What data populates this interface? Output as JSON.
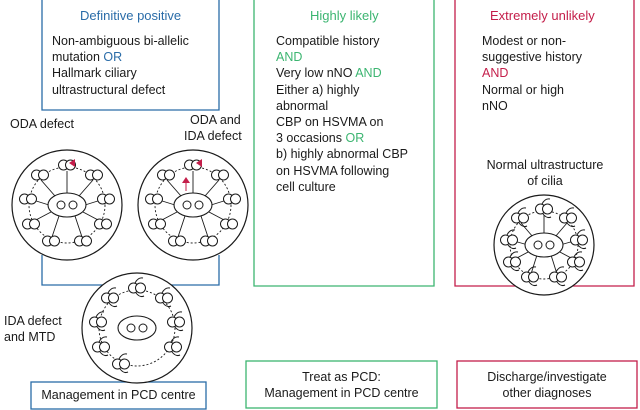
{
  "colors": {
    "blue": "#2a6ca8",
    "green": "#3cb571",
    "red": "#c41e4a",
    "dark": "#1a1a1a"
  },
  "col1": {
    "title": "Definitive positive",
    "line1": "Non-ambiguous bi-allelic",
    "line2_a": "mutation ",
    "line2_b": "OR",
    "line3": "Hallmark ciliary",
    "line4": "ultrastructural defect",
    "label_oda": "ODA defect",
    "label_oda_ida_1": "ODA and",
    "label_oda_ida_2": "IDA defect",
    "label_ida_mtd_1": "IDA defect",
    "label_ida_mtd_2": "and MTD",
    "box": "Management in PCD centre"
  },
  "col2": {
    "title": "Highly likely",
    "l1": "Compatible history",
    "l2": "AND",
    "l3a": "Very low nNO ",
    "l3b": "AND",
    "l4": "Either a) highly",
    "l5": "abnormal",
    "l6": "CBP on HSVMA on",
    "l7a": "3 occasions ",
    "l7b": "OR",
    "l8": "b) highly abnormal CBP",
    "l9": "on HSVMA following",
    "l10": "cell culture",
    "box1": "Treat as PCD:",
    "box2": "Management in PCD centre"
  },
  "col3": {
    "title": "Extremely unlikely",
    "l1": "Modest or non-",
    "l2": "suggestive history",
    "l3": "AND",
    "l4": "Normal or high",
    "l5": "nNO",
    "label1": "Normal ultrastructure",
    "label2": "of cilia",
    "box1": "Discharge/investigate",
    "box2": "other diagnoses"
  }
}
